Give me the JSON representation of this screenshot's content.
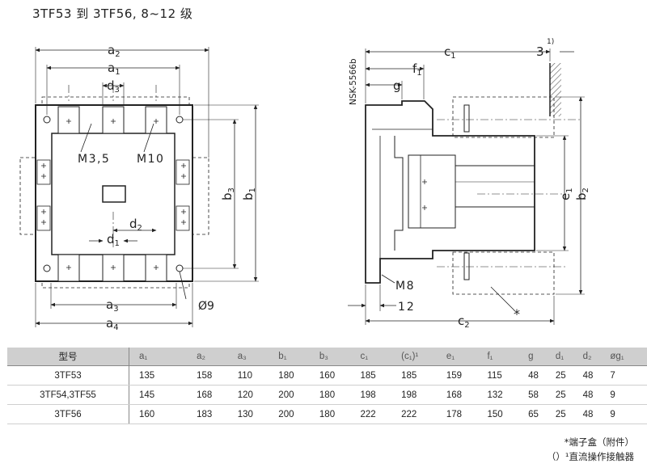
{
  "title": "3TF53 到 3TF56, 8~12 级",
  "labels": {
    "front": {
      "a2": "a",
      "a2_sub": "2",
      "a1": "a",
      "a1_sub": "1",
      "d3": "d",
      "d3_sub": "3",
      "m35": "M3,5",
      "m10": "M10",
      "d2": "d",
      "d2_sub": "2",
      "d1": "d",
      "d1_sub": "1",
      "a3": "a",
      "a3_sub": "3",
      "a4": "a",
      "a4_sub": "4",
      "b3": "b",
      "b3_sub": "3",
      "b1": "b",
      "b1_sub": "1",
      "o9": "Ø9"
    },
    "side": {
      "drawing_no": "NSK-5566b",
      "c1": "c",
      "c1_sub": "1",
      "three": "3",
      "note1": "1)",
      "f1": "f",
      "f1_sub": "1",
      "g": "g",
      "e1": "e",
      "e1_sub": "1",
      "b2": "b",
      "b2_sub": "2",
      "m8": "M8",
      "twelve": "12",
      "c2": "c",
      "c2_sub": "2",
      "star": "*"
    }
  },
  "table": {
    "headers": [
      "型号",
      "a₁",
      "a₂",
      "a₃",
      "b₁",
      "b₃",
      "c₁",
      "(c₁)¹",
      "e₁",
      "f₁",
      "g",
      "d₁",
      "d₂",
      "øg₁"
    ],
    "rows": [
      [
        "3TF53",
        "135",
        "158",
        "110",
        "180",
        "160",
        "185",
        "185",
        "159",
        "115",
        "48",
        "25",
        "48",
        "7"
      ],
      [
        "3TF54,3TF55",
        "145",
        "168",
        "120",
        "200",
        "180",
        "198",
        "198",
        "168",
        "132",
        "58",
        "25",
        "48",
        "9"
      ],
      [
        "3TF56",
        "160",
        "183",
        "130",
        "200",
        "180",
        "222",
        "222",
        "178",
        "150",
        "65",
        "25",
        "48",
        "9"
      ]
    ]
  },
  "footnotes": {
    "line1": "*端子盒（附件）",
    "line2": "（）¹直流操作接触器"
  }
}
